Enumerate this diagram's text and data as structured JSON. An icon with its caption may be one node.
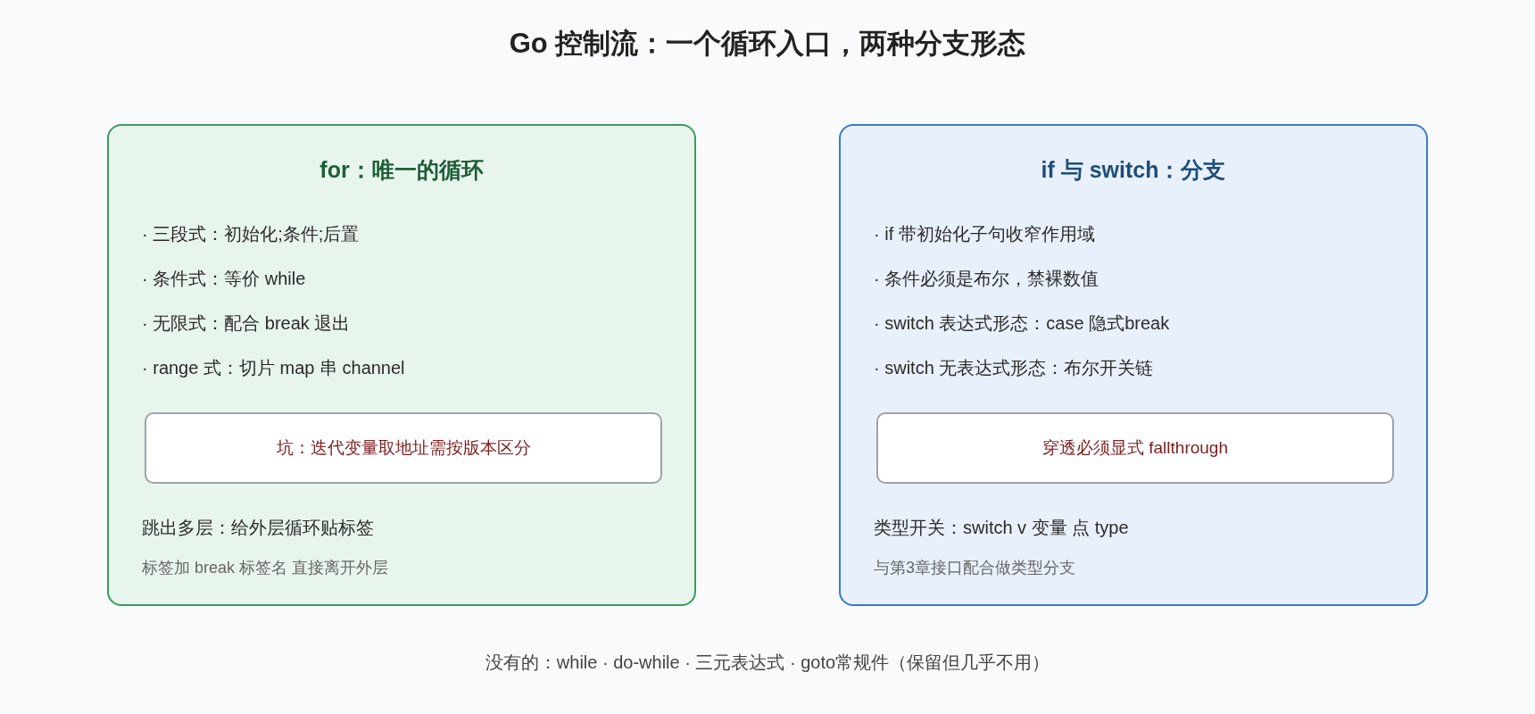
{
  "diagram": {
    "title": "Go 控制流：一个循环入口，两种分支形态",
    "nodes": [
      {
        "text": [
          "for：唯一的循环",
          "· 三段式：初始化;条件;后置",
          "· 条件式：等价 while",
          "· 无限式：配合 break 退出",
          "· range 式：切片 map 串 channel",
          "跳出多层：给外层循环贴标签",
          "标签加 break 标签名 直接离开外层"
        ]
      },
      {
        "text": [
          "坑：迭代变量取地址需按版本区分"
        ],
        "in": 0
      },
      {
        "text": [
          "if 与 switch：分支",
          "· if 带初始化子句收窄作用域",
          "· 条件必须是布尔，禁裸数值",
          "· switch 表达式形态：case 隐式break",
          "· switch 无表达式形态：布尔开关链",
          "类型开关：switch v 变量 点 type",
          "与第3章接口配合做类型分支"
        ]
      },
      {
        "text": [
          "穿透必须显式 fallthrough"
        ],
        "in": 2
      }
    ],
    "caption": "没有的：while · do-while · 三元表达式 · goto常规件（保留但几乎不用）"
  }
}
